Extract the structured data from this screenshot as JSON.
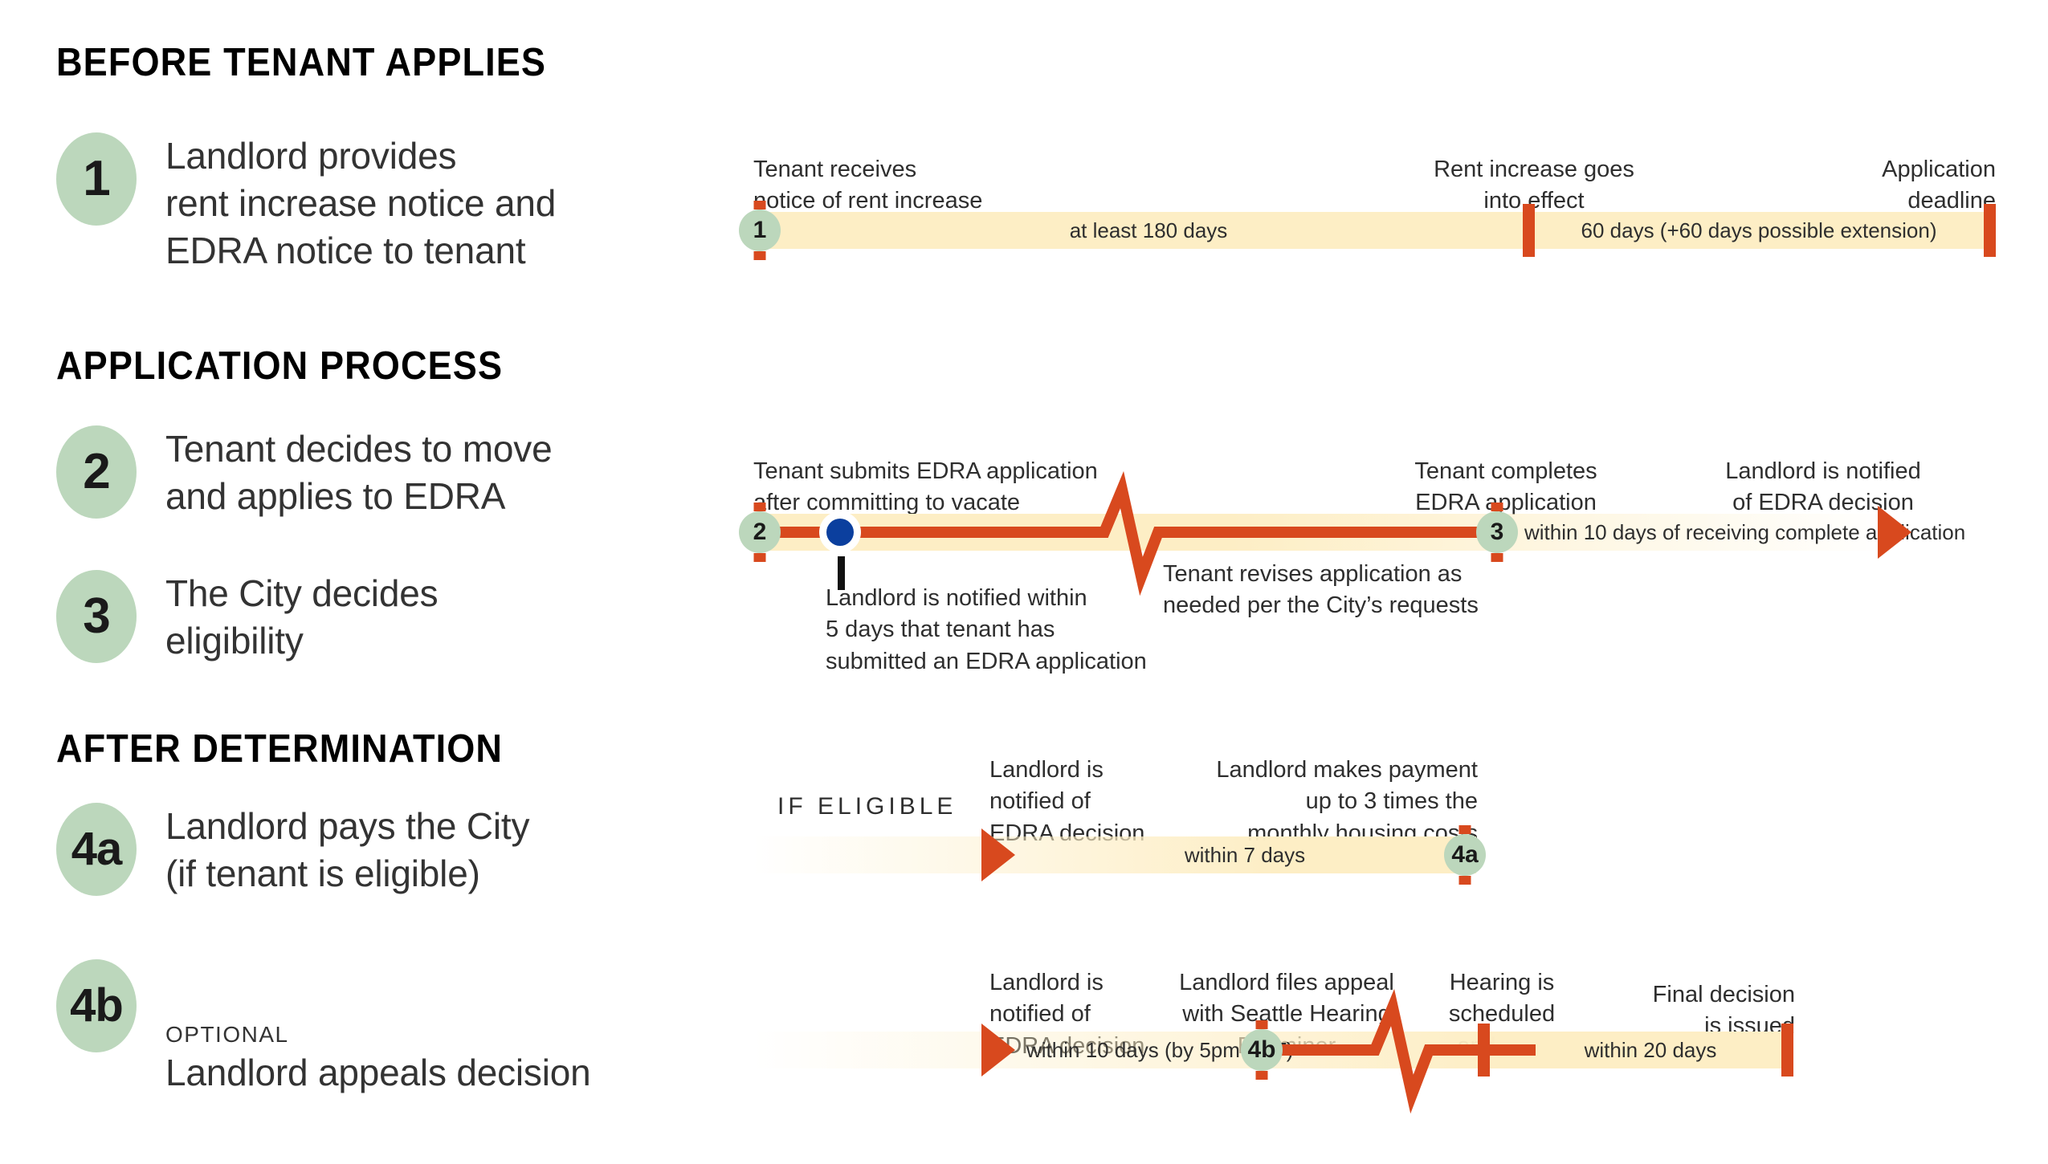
{
  "colors": {
    "green_badge": "#bcd7bc",
    "orange": "#d8491e",
    "bar_cream": "#fdeec5",
    "blue_dot": "#0b3f9e",
    "text_dark": "#2e2e2e"
  },
  "sections": [
    {
      "id": "before",
      "heading": "BEFORE TENANT APPLIES"
    },
    {
      "id": "application",
      "heading": "APPLICATION PROCESS"
    },
    {
      "id": "after",
      "heading": "AFTER DETERMINATION"
    }
  ],
  "steps": [
    {
      "number": "1",
      "text": "Landlord provides\nrent increase notice and\nEDRA notice to tenant"
    },
    {
      "number": "2",
      "text": "Tenant decides to move\nand applies to EDRA"
    },
    {
      "number": "3",
      "text": "The City decides\neligibility"
    },
    {
      "number": "4a",
      "text": "Landlord pays the City\n(if tenant is eligible)"
    },
    {
      "number": "4b",
      "text": "Landlord appeals decision",
      "optional": "OPTIONAL"
    }
  ],
  "timelines": {
    "t1": {
      "nodes": [
        {
          "label": "1"
        }
      ],
      "captions": [
        "Tenant receives\nnotice of rent increase",
        "Rent increase goes\ninto effect",
        "Application\ndeadline"
      ],
      "durations": [
        "at least 180 days",
        "60 days (+60 days possible extension)"
      ]
    },
    "t2": {
      "nodes": [
        {
          "label": "2"
        },
        {
          "label": "3"
        }
      ],
      "captions": [
        "Tenant submits EDRA application\nafter committing to vacate",
        "Tenant completes\nEDRA application",
        "Landlord is notified\nof EDRA decision"
      ],
      "below_captions": [
        "Landlord is notified within\n5 days that tenant has\nsubmitted an EDRA application",
        "Tenant revises application as\nneeded per the City’s requests"
      ],
      "durations": [
        "within 10 days of receiving complete application"
      ]
    },
    "t4a": {
      "branch_label": "IF ELIGIBLE",
      "nodes": [
        {
          "label": "4a"
        }
      ],
      "captions": [
        "Landlord is\nnotified of\nEDRA decision",
        "Landlord makes payment\nup to 3 times the\nmonthly housing costs"
      ],
      "durations": [
        "within 7 days"
      ]
    },
    "t4b": {
      "nodes": [
        {
          "label": "4b"
        }
      ],
      "captions": [
        "Landlord is\nnotified of\nEDRA decision",
        "Landlord files appeal\nwith Seattle Hearing\nExaminer",
        "Hearing is\nscheduled\nand held",
        "Final decision\nis issued"
      ],
      "durations": [
        "within 10 days (by 5pm PST)",
        "within 20 days"
      ]
    }
  }
}
